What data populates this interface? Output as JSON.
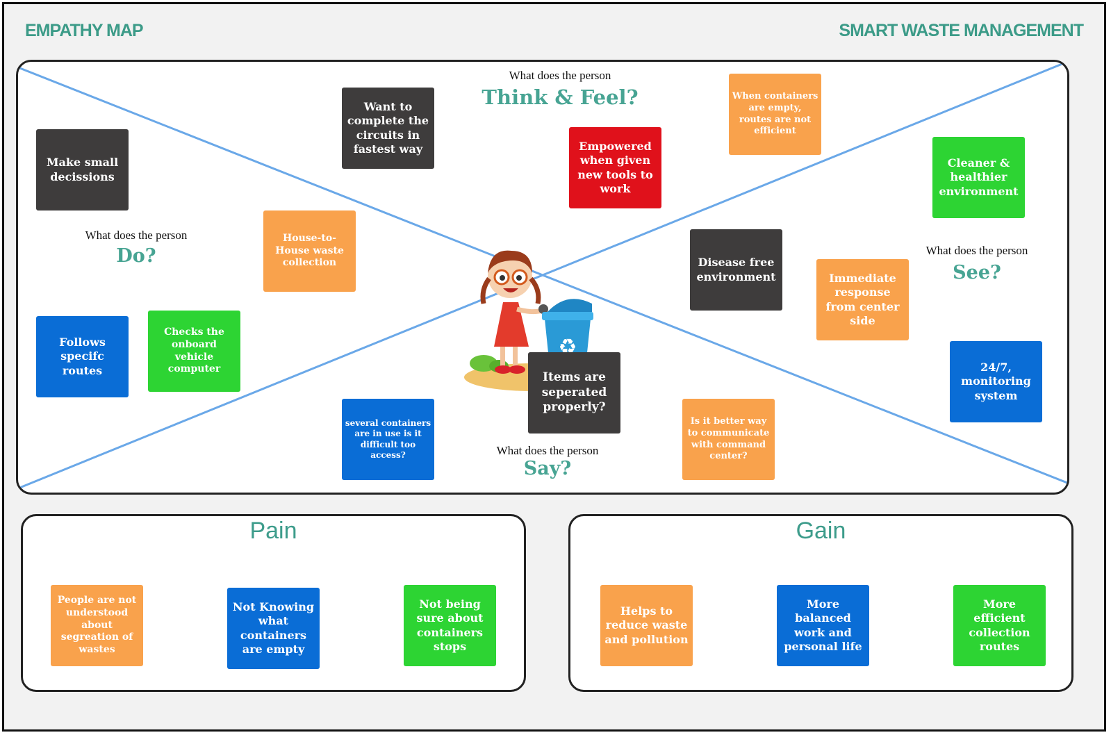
{
  "header": {
    "left_title": "EMPATHY MAP",
    "right_title": "SMART WASTE MANAGEMENT"
  },
  "prompts": {
    "think": {
      "question": "What does the person",
      "label": "Think & Feel?"
    },
    "do": {
      "question": "What does the person",
      "label": "Do?"
    },
    "see": {
      "question": "What does the person",
      "label": "See?"
    },
    "say": {
      "question": "What does the person",
      "label": "Say?"
    }
  },
  "notes": {
    "make_small": "Make small decissions",
    "want_complete": "Want to complete the circuits in fastest way",
    "empowered": "Empowered when given new tools to work",
    "when_containers": "When containers are empty, routes are not efficient",
    "cleaner": "Cleaner & healthier environment",
    "house_to_house": "House-to-House waste collection",
    "disease_free": "Disease free environment",
    "immediate": "Immediate response from center side",
    "follows": "Follows specifc routes",
    "checks": "Checks the onboard vehicle computer",
    "monitoring": "24/7, monitoring system",
    "items_separated": "Items are seperated properly?",
    "several": "several containers are in use is it difficult too access?",
    "better_way": "Is it better way to communicate with command center?"
  },
  "pain": {
    "title": "Pain",
    "items": [
      "People are not understood about segreation of wastes",
      "Not Knowing what containers are empty",
      "Not being sure about containers stops"
    ]
  },
  "gain": {
    "title": "Gain",
    "items": [
      "Helps to reduce waste and pollution",
      "More balanced work and personal life",
      "More efficient collection routes"
    ]
  },
  "colors": {
    "heading_teal": "#3c9b88",
    "dark": "#3e3c3c",
    "orange": "#f9a24c",
    "red": "#e0111b",
    "green": "#2dd433",
    "blue": "#0a6dd6",
    "diagonal": "#6aa8e8"
  },
  "illustration": {
    "name": "girl-with-recycling-bin-illustration",
    "bin_icon": "recycle-icon"
  }
}
